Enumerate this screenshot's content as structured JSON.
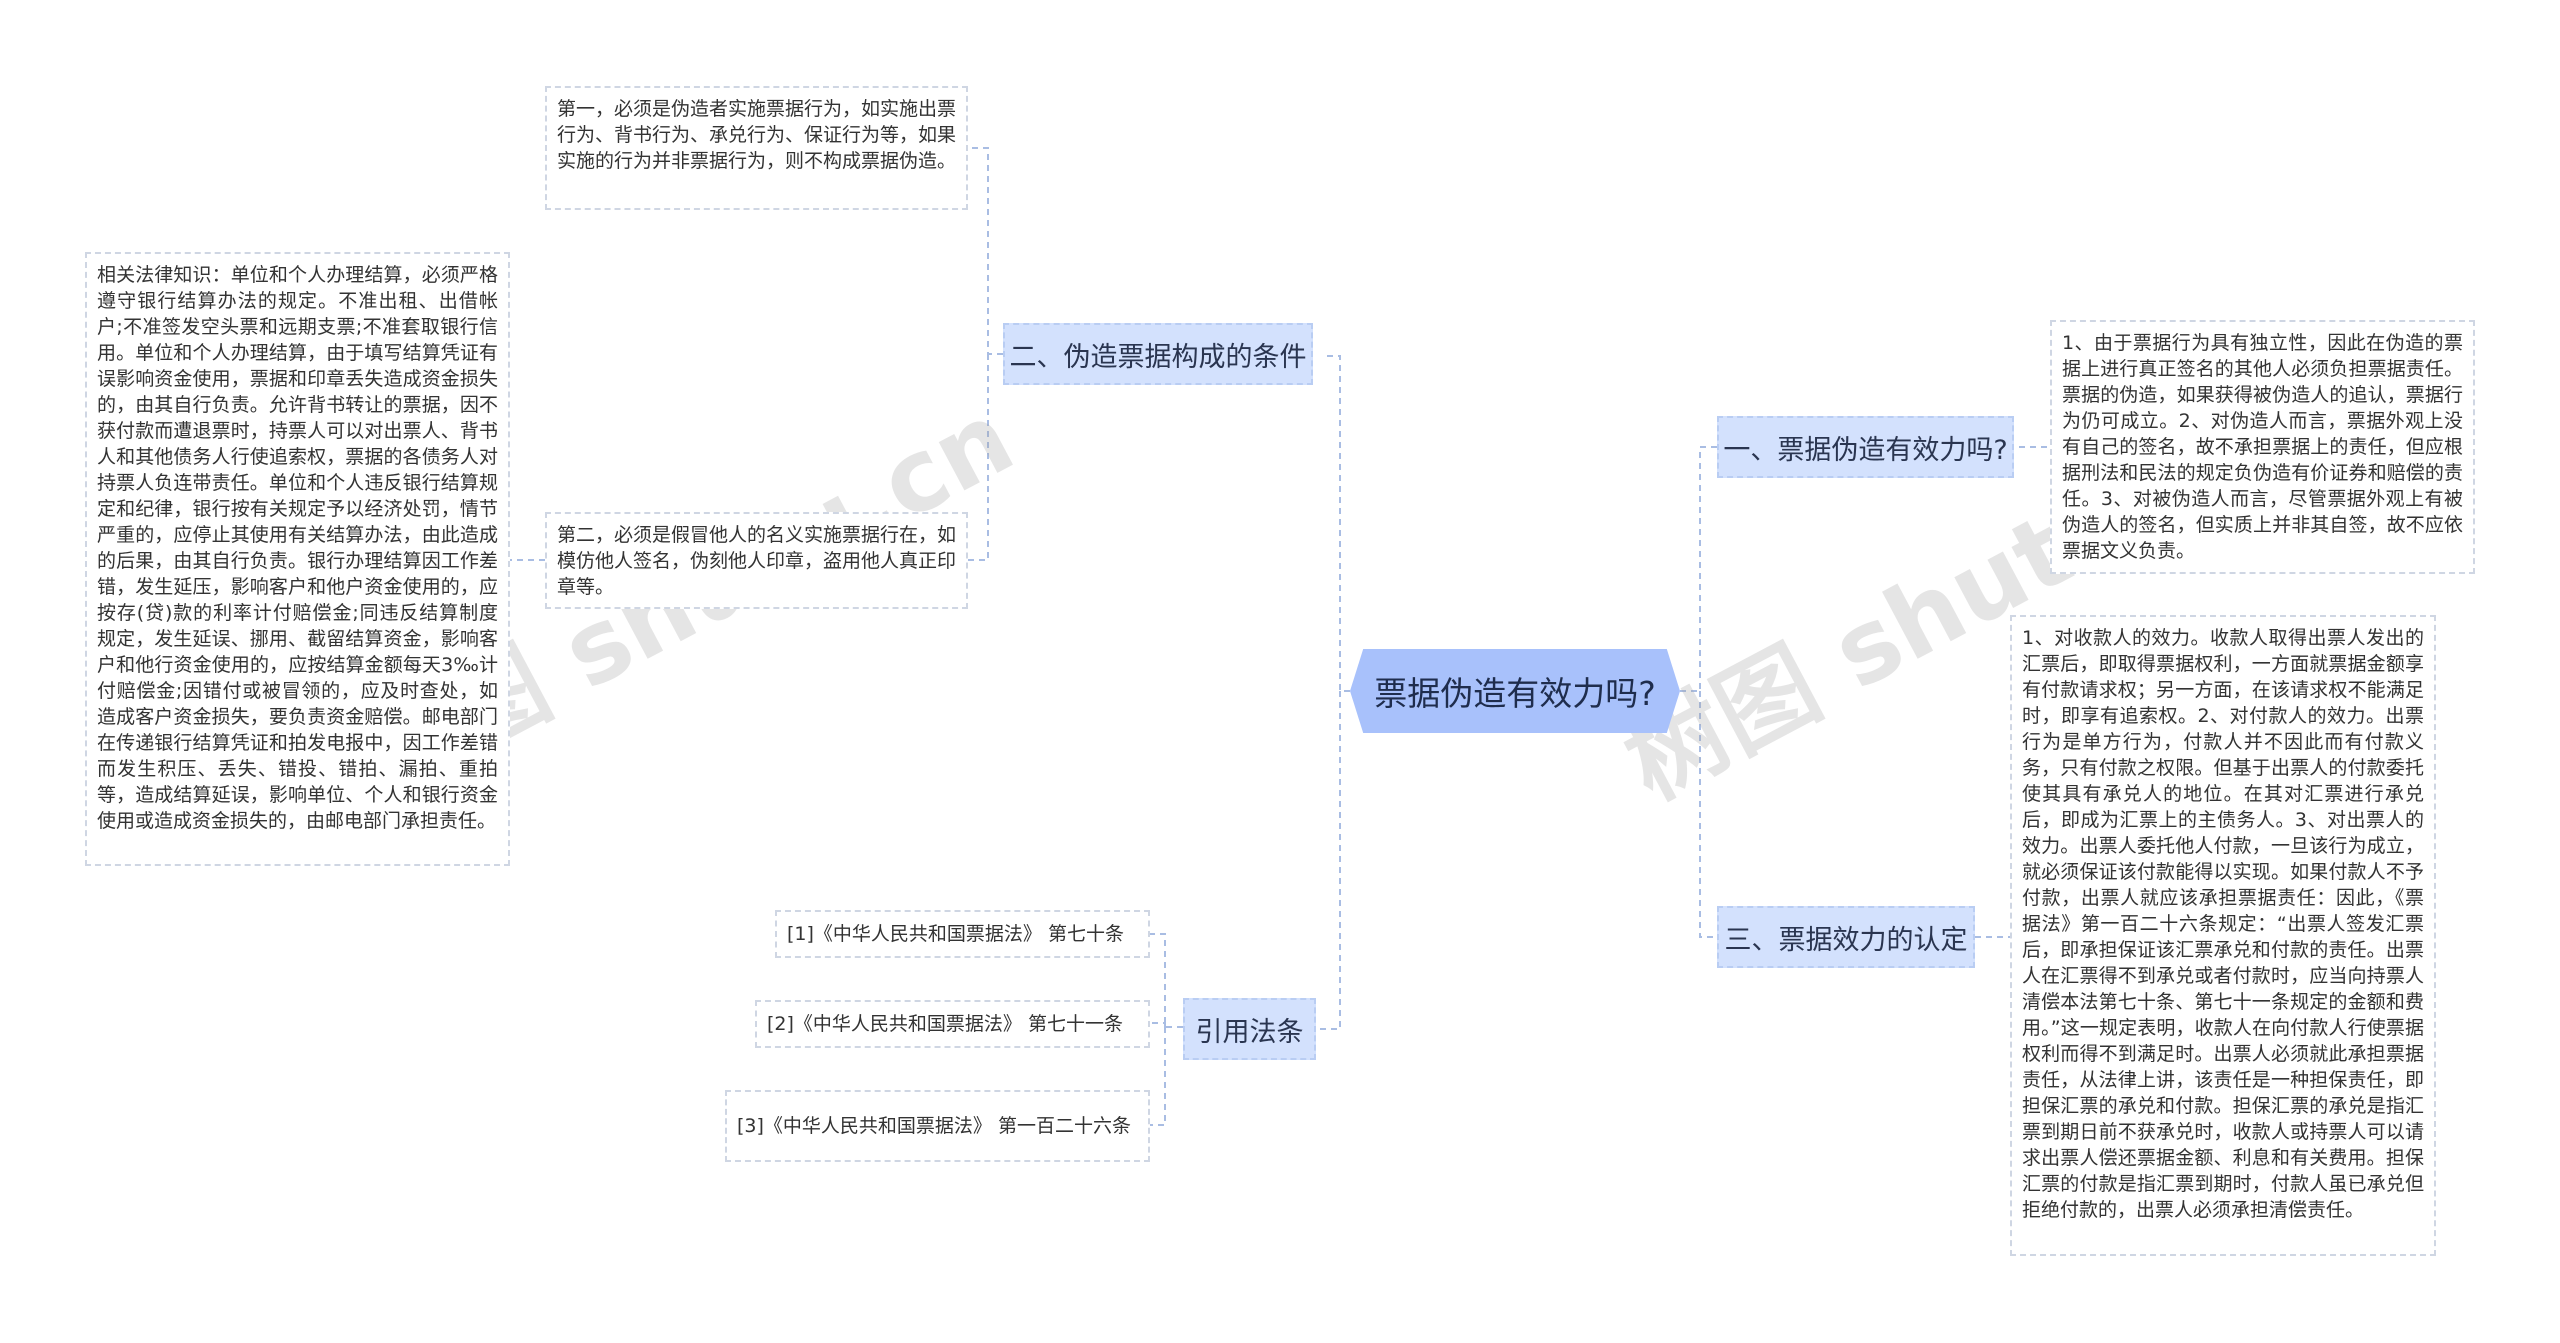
{
  "root": {
    "label": "票据伪造有效力吗?"
  },
  "branches": {
    "conditions": {
      "label": "二、伪造票据构成的条件"
    },
    "validity": {
      "label": "一、票据伪造有效力吗?"
    },
    "effect": {
      "label": "三、票据效力的认定"
    },
    "refs": {
      "label": "引用法条"
    }
  },
  "leaves": {
    "first": "第一，必须是伪造者实施票据行为，如实施出票行为、背书行为、承兑行为、保证行为等，如果实施的行为并非票据行为，则不构成票据伪造。",
    "second": "第二，必须是假冒他人的名义实施票据行在，如模仿他人签名，伪刻他人印章，盗用他人真正印章等。",
    "law": "相关法律知识：单位和个人办理结算，必须严格遵守银行结算办法的规定。不准出租、出借帐户;不准签发空头票和远期支票;不准套取银行信用。单位和个人办理结算，由于填写结算凭证有误影响资金使用，票据和印章丢失造成资金损失的，由其自行负责。允许背书转让的票据，因不获付款而遭退票时，持票人可以对出票人、背书人和其他债务人行使追索权，票据的各债务人对持票人负连带责任。单位和个人违反银行结算规定和纪律，银行按有关规定予以经济处罚，情节严重的，应停止其使用有关结算办法，由此造成的后果，由其自行负责。银行办理结算因工作差错，发生延压，影响客户和他户资金使用的，应按存(贷)款的利率计付赔偿金;同违反结算制度规定，发生延误、挪用、截留结算资金，影响客户和他行资金使用的，应按结算金额每天3‰计付赔偿金;因错付或被冒领的，应及时查处，如造成客户资金损失，要负责资金赔偿。邮电部门在传递银行结算凭证和拍发电报中，因工作差错而发生积压、丢失、错投、错拍、漏拍、重拍等，造成结算延误，影响单位、个人和银行资金使用或造成资金损失的，由邮电部门承担责任。",
    "validity_detail": "1、由于票据行为具有独立性，因此在伪造的票据上进行真正签名的其他人必须负担票据责任。票据的伪造，如果获得被伪造人的追认，票据行为仍可成立。2、对伪造人而言，票据外观上没有自己的签名，故不承担票据上的责任，但应根据刑法和民法的规定负伪造有价证券和赔偿的责任。3、对被伪造人而言，尽管票据外观上有被伪造人的签名，但实质上并非其自签，故不应依票据文义负责。",
    "effect_detail": "1、对收款人的效力。收款人取得出票人发出的汇票后，即取得票据权利，一方面就票据金额享有付款请求权；另一方面，在该请求权不能满足时，即享有追索权。2、对付款人的效力。出票行为是单方行为，付款人并不因此而有付款义务，只有付款之权限。但基于出票人的付款委托使其具有承兑人的地位。在其对汇票进行承兑后，即成为汇票上的主债务人。3、对出票人的效力。出票人委托他人付款，一旦该行为成立，就必须保证该付款能得以实现。如果付款人不予付款，出票人就应该承担票据责任：因此，《票据法》第一百二十六条规定：“出票人签发汇票后，即承担保证该汇票承兑和付款的责任。出票人在汇票得不到承兑或者付款时，应当向持票人清偿本法第七十条、第七十一条规定的金额和费用。”这一规定表明，收款人在向付款人行使票据权利而得不到满足时。出票人必须就此承担票据责任，从法律上讲，该责任是一种担保责任，即担保汇票的承兑和付款。担保汇票的承兑是指汇票到期日前不获承兑时，收款人或持票人可以请求出票人偿还票据金额、利息和有关费用。担保汇票的付款是指汇票到期时，付款人虽已承兑但拒绝付款的，出票人必须承担清偿责任。",
    "ref1": "[1]《中华人民共和国票据法》 第七十条",
    "ref2": "[2]《中华人民共和国票据法》 第七十一条",
    "ref3": "[3]《中华人民共和国票据法》 第一百二十六条"
  },
  "watermarks": {
    "left": "树图 shutu.cn",
    "right": "树图 shutu.cn"
  },
  "colors": {
    "root": "#a8c1fb",
    "branch": "#d3e1fd",
    "connector": "#a9bde3"
  }
}
